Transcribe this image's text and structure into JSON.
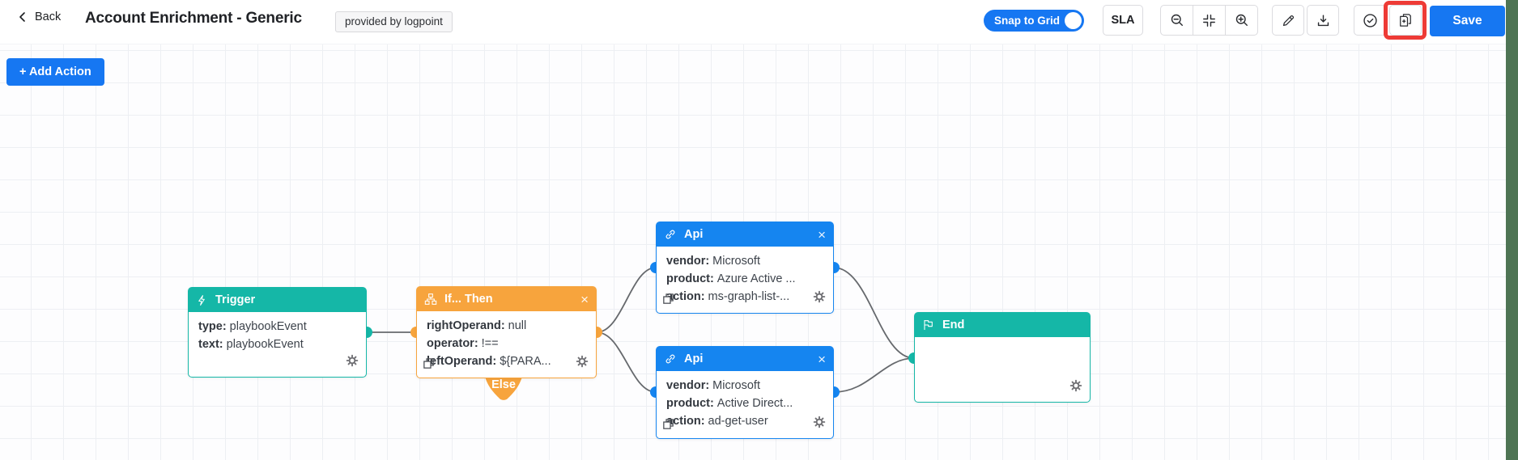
{
  "colors": {
    "teal": "#15b7a7",
    "orange": "#f7a43d",
    "blue": "#1585f0",
    "accent": "#1677f2",
    "red_highlight": "#ee3b36",
    "edge_strip": "#4e7454",
    "wire": "#66696d"
  },
  "topbar": {
    "back_label": "Back",
    "title": "Account Enrichment - Generic",
    "badge": "provided by logpoint",
    "snap_to_grid_label": "Snap to Grid",
    "sla_label": "SLA",
    "save_label": "Save"
  },
  "canvas": {
    "add_action_label": "+ Add Action"
  },
  "nodes": {
    "trigger": {
      "title": "Trigger",
      "fields": [
        {
          "key": "type:",
          "value": "playbookEvent"
        },
        {
          "key": "text:",
          "value": "playbookEvent"
        }
      ]
    },
    "if_then": {
      "title": "If... Then",
      "close": "×",
      "else_label": "Else",
      "fields": [
        {
          "key": "rightOperand:",
          "value": "null"
        },
        {
          "key": "operator:",
          "value": "!=="
        },
        {
          "key": "leftOperand:",
          "value": "${PARA..."
        }
      ]
    },
    "api_top": {
      "title": "Api",
      "close": "×",
      "fields": [
        {
          "key": "vendor:",
          "value": "Microsoft"
        },
        {
          "key": "product:",
          "value": "Azure Active ..."
        },
        {
          "key": "action:",
          "value": "ms-graph-list-..."
        }
      ]
    },
    "api_bottom": {
      "title": "Api",
      "close": "×",
      "fields": [
        {
          "key": "vendor:",
          "value": "Microsoft"
        },
        {
          "key": "product:",
          "value": "Active Direct..."
        },
        {
          "key": "action:",
          "value": "ad-get-user"
        }
      ]
    },
    "end": {
      "title": "End"
    }
  }
}
